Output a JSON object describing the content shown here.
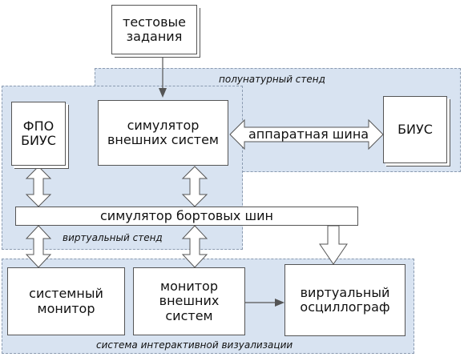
{
  "frames": {
    "hil_stand": "полунатурный стенд",
    "virtual_stand": "виртуальный стенд",
    "visualization": "система интерактивной визуализации"
  },
  "blocks": {
    "test_tasks": "тестовые\nзадания",
    "fpo_bius": "ФПО\nБИУС",
    "external_sim": "симулятор\nвнешних систем",
    "bius": "БИУС",
    "bus_sim": "симулятор бортовых шин",
    "sys_monitor": "системный\nмонитор",
    "ext_monitor": "монитор\nвнешних\nсистем",
    "oscilloscope": "виртуальный\nосциллограф"
  },
  "links": {
    "hardware_bus": "аппаратная шина"
  },
  "colors": {
    "frame_fill": "#d8e3f1",
    "frame_border": "#8a9ab0",
    "stroke": "#555555",
    "box_fill": "#ffffff"
  }
}
